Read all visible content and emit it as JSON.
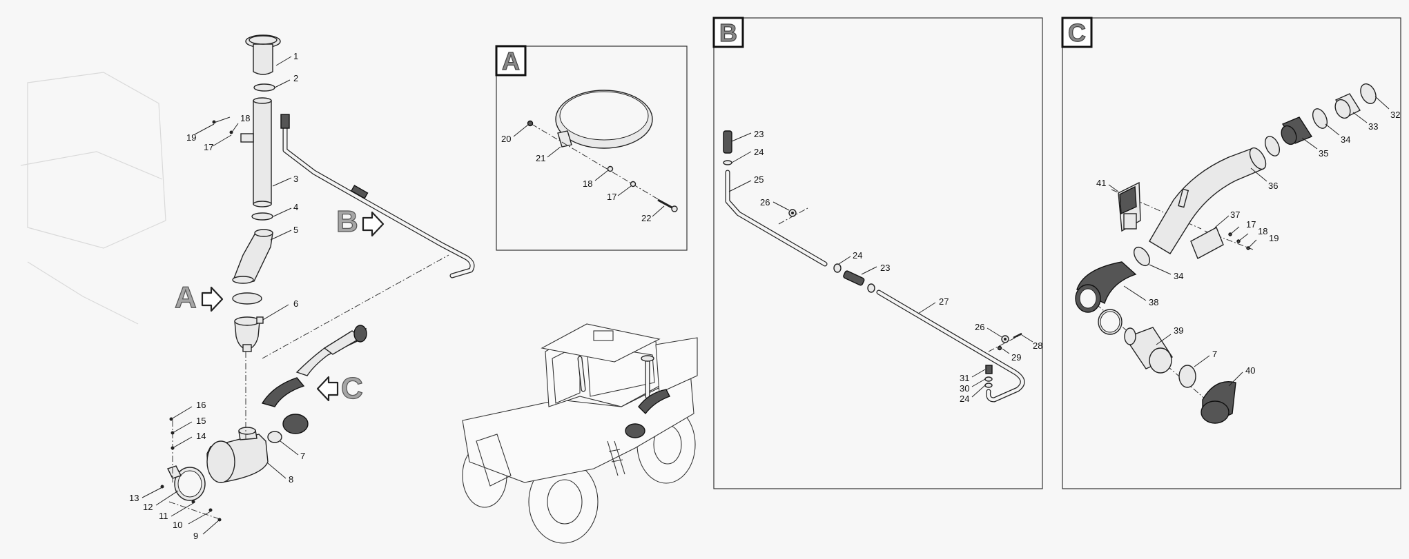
{
  "panels": {
    "A": {
      "letter": "A"
    },
    "B": {
      "letter": "B"
    },
    "C": {
      "letter": "C"
    }
  },
  "callouts": {
    "A": "A",
    "B": "B",
    "C": "C"
  },
  "labels": {
    "main": {
      "n1": "1",
      "n2": "2",
      "n18": "18",
      "n19": "19",
      "n17": "17",
      "n3": "3",
      "n4": "4",
      "n5": "5",
      "n6": "6",
      "n7": "7",
      "n8": "8",
      "n9": "9",
      "n10": "10",
      "n11": "11",
      "n12": "12",
      "n13": "13",
      "n14": "14",
      "n15": "15",
      "n16": "16"
    },
    "a": {
      "n20": "20",
      "n21": "21",
      "n18": "18",
      "n17": "17",
      "n22": "22"
    },
    "b": {
      "n23a": "23",
      "n24a": "24",
      "n25": "25",
      "n26a": "26",
      "n24b": "24",
      "n23b": "23",
      "n27": "27",
      "n26b": "26",
      "n28": "28",
      "n29": "29",
      "n31": "31",
      "n30": "30",
      "n24c": "24"
    },
    "c": {
      "n32": "32",
      "n33": "33",
      "n34a": "34",
      "n35": "35",
      "n36": "36",
      "n41": "41",
      "n37": "37",
      "n17": "17",
      "n18": "18",
      "n19": "19",
      "n34b": "34",
      "n38": "38",
      "n39": "39",
      "n7": "7",
      "n40": "40"
    }
  }
}
